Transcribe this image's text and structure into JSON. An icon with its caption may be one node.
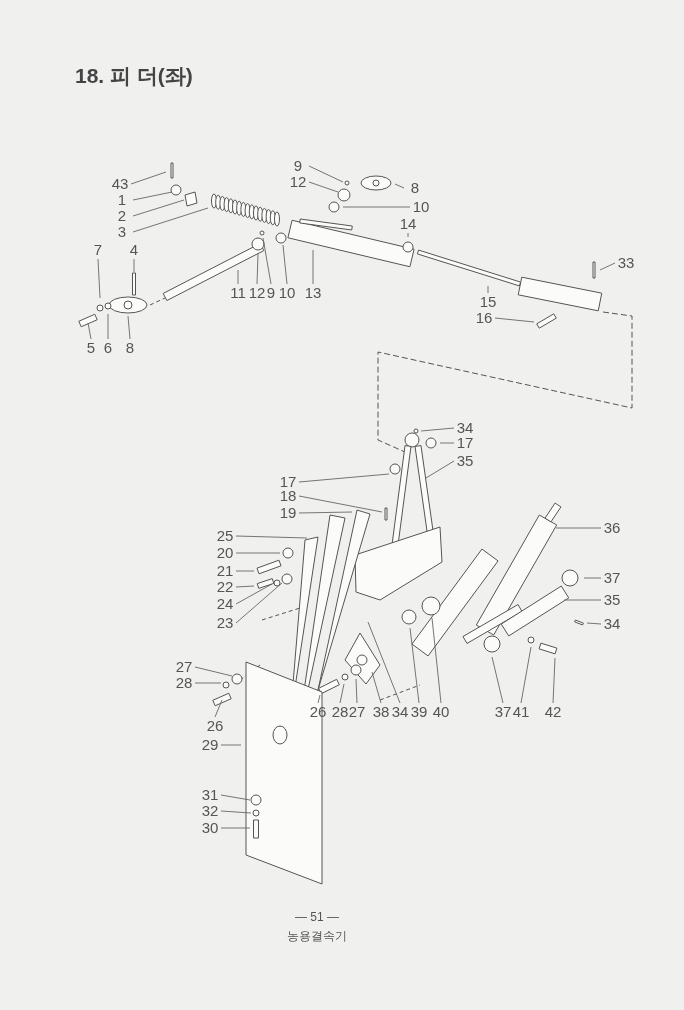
{
  "diagram": {
    "title": "18. 피 더(좌)",
    "nodes": [
      {
        "text": [
          "43"
        ]
      },
      {
        "text": [
          "1"
        ]
      },
      {
        "text": [
          "2"
        ]
      },
      {
        "text": [
          "3"
        ]
      },
      {
        "text": [
          "7"
        ]
      },
      {
        "text": [
          "4"
        ]
      },
      {
        "text": [
          "5"
        ]
      },
      {
        "text": [
          "6"
        ]
      },
      {
        "text": [
          "8"
        ]
      },
      {
        "text": [
          "11"
        ]
      },
      {
        "text": [
          "12"
        ]
      },
      {
        "text": [
          "9"
        ]
      },
      {
        "text": [
          "10"
        ]
      },
      {
        "text": [
          "13"
        ]
      },
      {
        "text": [
          "9"
        ]
      },
      {
        "text": [
          "12"
        ]
      },
      {
        "text": [
          "8"
        ]
      },
      {
        "text": [
          "10"
        ]
      },
      {
        "text": [
          "14"
        ]
      },
      {
        "text": [
          "33"
        ]
      },
      {
        "text": [
          "15"
        ]
      },
      {
        "text": [
          "16"
        ]
      },
      {
        "text": [
          "34"
        ]
      },
      {
        "text": [
          "17"
        ]
      },
      {
        "text": [
          "35"
        ]
      },
      {
        "text": [
          "17"
        ]
      },
      {
        "text": [
          "18"
        ]
      },
      {
        "text": [
          "19"
        ]
      },
      {
        "text": [
          "25"
        ]
      },
      {
        "text": [
          "20"
        ]
      },
      {
        "text": [
          "21"
        ]
      },
      {
        "text": [
          "22"
        ]
      },
      {
        "text": [
          "24"
        ]
      },
      {
        "text": [
          "23"
        ]
      },
      {
        "text": [
          "36"
        ]
      },
      {
        "text": [
          "37"
        ]
      },
      {
        "text": [
          "35"
        ]
      },
      {
        "text": [
          "34"
        ]
      },
      {
        "text": [
          "27"
        ]
      },
      {
        "text": [
          "28"
        ]
      },
      {
        "text": [
          "26"
        ]
      },
      {
        "text": [
          "26"
        ]
      },
      {
        "text": [
          "28"
        ]
      },
      {
        "text": [
          "27"
        ]
      },
      {
        "text": [
          "38"
        ]
      },
      {
        "text": [
          "34"
        ]
      },
      {
        "text": [
          "39"
        ]
      },
      {
        "text": [
          "40"
        ]
      },
      {
        "text": [
          "37"
        ]
      },
      {
        "text": [
          "41"
        ]
      },
      {
        "text": [
          "42"
        ]
      },
      {
        "text": [
          "29"
        ]
      },
      {
        "text": [
          "31"
        ]
      },
      {
        "text": [
          "32"
        ]
      },
      {
        "text": [
          "30"
        ]
      }
    ],
    "edges": [
      {
        "from": 0,
        "to": null,
        "arrow": "none"
      },
      {
        "from": 1,
        "to": null,
        "arrow": "none"
      },
      {
        "from": 2,
        "to": null,
        "arrow": "none"
      },
      {
        "from": 3,
        "to": null,
        "arrow": "none"
      },
      {
        "from": 4,
        "to": null,
        "arrow": "none"
      },
      {
        "from": 5,
        "to": null,
        "arrow": "none"
      },
      {
        "from": 6,
        "to": null,
        "arrow": "none"
      },
      {
        "from": 7,
        "to": null,
        "arrow": "none"
      },
      {
        "from": 8,
        "to": null,
        "arrow": "none"
      },
      {
        "from": 9,
        "to": null,
        "arrow": "none"
      },
      {
        "from": 10,
        "to": null,
        "arrow": "none"
      },
      {
        "from": 11,
        "to": null,
        "arrow": "none"
      },
      {
        "from": 12,
        "to": null,
        "arrow": "none"
      },
      {
        "from": 13,
        "to": null,
        "arrow": "none"
      },
      {
        "from": 14,
        "to": null,
        "arrow": "none"
      },
      {
        "from": 15,
        "to": null,
        "arrow": "none"
      },
      {
        "from": 16,
        "to": null,
        "arrow": "none"
      },
      {
        "from": 17,
        "to": null,
        "arrow": "none"
      },
      {
        "from": 18,
        "to": null,
        "arrow": "none"
      },
      {
        "from": 19,
        "to": null,
        "arrow": "none"
      },
      {
        "from": 20,
        "to": null,
        "arrow": "none"
      },
      {
        "from": 21,
        "to": null,
        "arrow": "none"
      },
      {
        "from": 22,
        "to": null,
        "arrow": "none"
      },
      {
        "from": 23,
        "to": null,
        "arrow": "none"
      },
      {
        "from": 24,
        "to": null,
        "arrow": "none"
      },
      {
        "from": 25,
        "to": null,
        "arrow": "none"
      },
      {
        "from": 26,
        "to": null,
        "arrow": "none"
      },
      {
        "from": 27,
        "to": null,
        "arrow": "none"
      },
      {
        "from": 28,
        "to": null,
        "arrow": "none"
      },
      {
        "from": 29,
        "to": null,
        "arrow": "none"
      },
      {
        "from": 30,
        "to": null,
        "arrow": "none"
      },
      {
        "from": 31,
        "to": null,
        "arrow": "none"
      },
      {
        "from": 32,
        "to": null,
        "arrow": "none"
      },
      {
        "from": 33,
        "to": null,
        "arrow": "none"
      },
      {
        "from": 34,
        "to": null,
        "arrow": "none"
      },
      {
        "from": 35,
        "to": null,
        "arrow": "none"
      },
      {
        "from": 36,
        "to": null,
        "arrow": "none"
      },
      {
        "from": 37,
        "to": null,
        "arrow": "none"
      },
      {
        "from": 38,
        "to": null,
        "arrow": "none"
      },
      {
        "from": 39,
        "to": null,
        "arrow": "none"
      },
      {
        "from": 40,
        "to": null,
        "arrow": "none"
      },
      {
        "from": 41,
        "to": null,
        "arrow": "none"
      },
      {
        "from": 42,
        "to": null,
        "arrow": "none"
      },
      {
        "from": 43,
        "to": null,
        "arrow": "none"
      },
      {
        "from": 44,
        "to": null,
        "arrow": "none"
      },
      {
        "from": 45,
        "to": null,
        "arrow": "none"
      },
      {
        "from": 46,
        "to": null,
        "arrow": "none"
      },
      {
        "from": 47,
        "to": null,
        "arrow": "none"
      },
      {
        "from": 48,
        "to": null,
        "arrow": "none"
      },
      {
        "from": 49,
        "to": null,
        "arrow": "none"
      },
      {
        "from": 50,
        "to": null,
        "arrow": "none"
      },
      {
        "from": 51,
        "to": null,
        "arrow": "none"
      },
      {
        "from": 52,
        "to": null,
        "arrow": "none"
      },
      {
        "from": 53,
        "to": null,
        "arrow": "none"
      },
      {
        "from": 54,
        "to": null,
        "arrow": "none"
      }
    ],
    "labels": [
      "— 51 —",
      "농용결속기"
    ]
  }
}
